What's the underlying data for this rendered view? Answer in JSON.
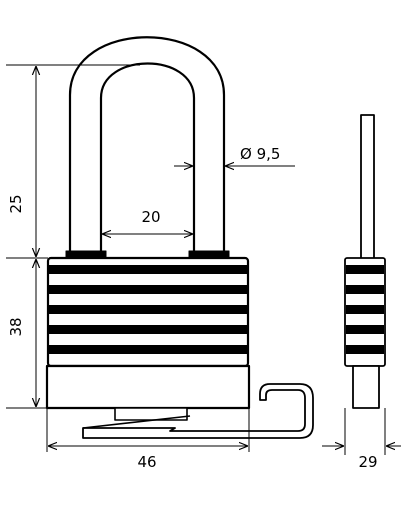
{
  "drawing": {
    "subject": "padlock",
    "dimensions": {
      "shackle_height": "25",
      "body_height": "38",
      "shackle_inner_width": "20",
      "shackle_diameter": "Ø 9,5",
      "body_width": "46",
      "body_depth": "29"
    },
    "colors": {
      "line": "#000000",
      "background": "#ffffff"
    }
  }
}
